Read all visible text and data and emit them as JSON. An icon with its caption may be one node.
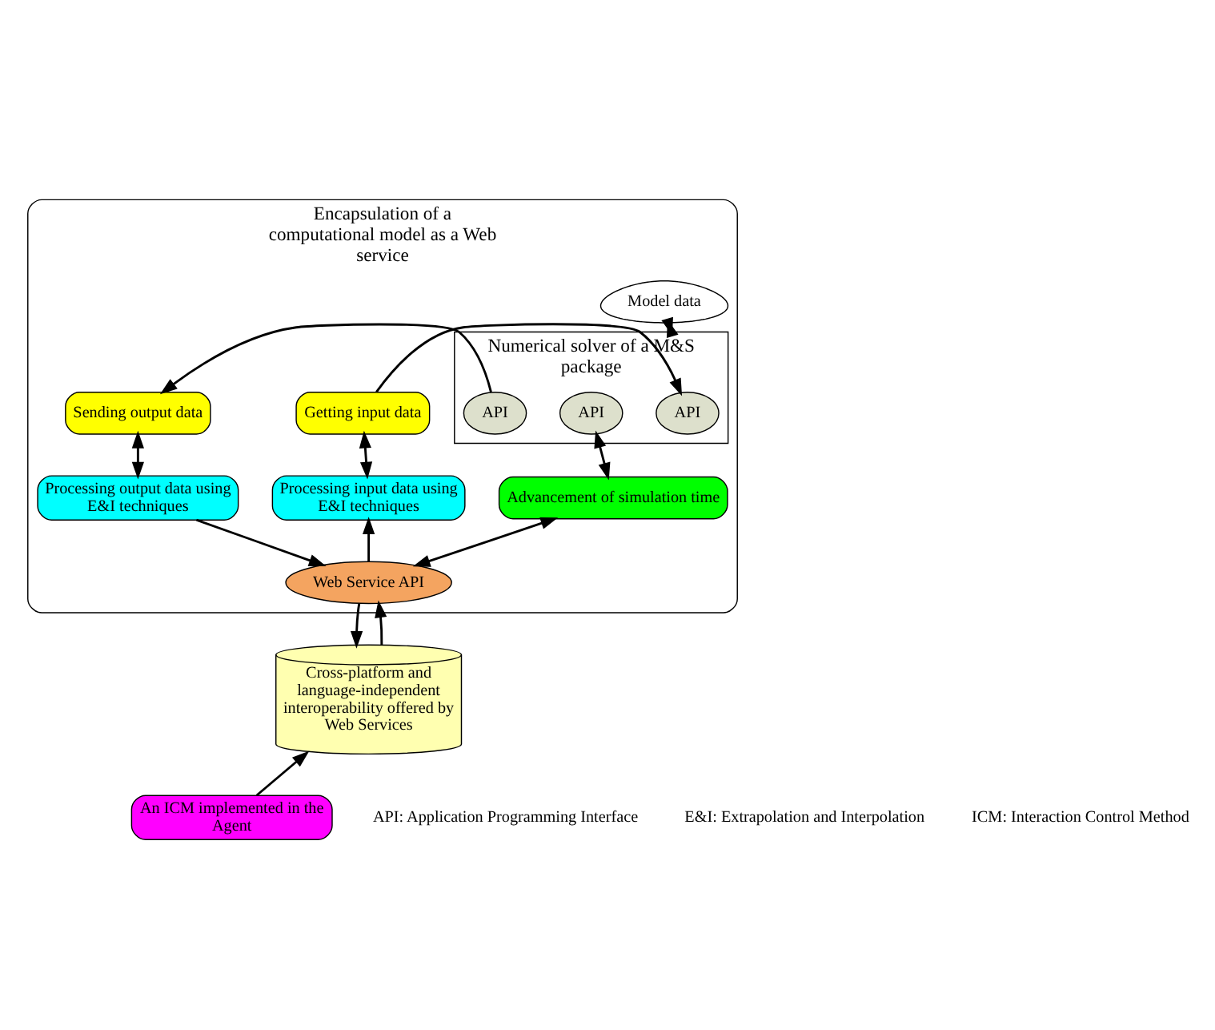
{
  "diagram": {
    "nodes": [
      {
        "text": [
          "Encapsulation of a computational model as a Web service"
        ]
      },
      {
        "text": [
          "Model data"
        ],
        "in": 0
      },
      {
        "text": [
          "Numerical solver of a M&S package"
        ],
        "in": 0
      },
      {
        "text": [
          "Getting input data"
        ],
        "in": 0
      },
      {
        "text": [
          "API"
        ],
        "in": 2
      },
      {
        "text": [
          "API"
        ],
        "in": 2
      },
      {
        "text": [
          "API"
        ],
        "in": 2
      },
      {
        "text": [
          "Sending output data"
        ],
        "in": 0
      },
      {
        "text": [
          "Advancement of simulation time"
        ],
        "in": 0
      },
      {
        "text": [
          "Processing input data using E&I techniques"
        ],
        "in": 0
      },
      {
        "text": [
          "Processing output data using E&I techniques"
        ],
        "in": 0
      },
      {
        "text": [
          "Web Service API"
        ],
        "in": 0
      },
      {
        "text": [
          "Cross-platform and language-independent interoperability offered by Web Services"
        ]
      },
      {
        "text": [
          "An ICM implemented in the Agent"
        ]
      }
    ],
    "edges": [
      {
        "from": 1,
        "to": 2,
        "arrow": "both"
      },
      {
        "from": 3,
        "to": 4,
        "arrow": "to"
      },
      {
        "from": 6,
        "to": 7,
        "arrow": "to"
      },
      {
        "from": 8,
        "to": 5,
        "arrow": "both"
      },
      {
        "from": 3,
        "to": 9,
        "arrow": "both"
      },
      {
        "from": 7,
        "to": 10,
        "arrow": "both"
      },
      {
        "from": 11,
        "to": 8,
        "arrow": "both"
      },
      {
        "from": 11,
        "to": 9,
        "arrow": "to"
      },
      {
        "from": 10,
        "to": 11,
        "arrow": "to"
      },
      {
        "from": 11,
        "to": 12,
        "arrow": "to"
      },
      {
        "from": 12,
        "to": 11,
        "arrow": "to"
      },
      {
        "from": 13,
        "to": 12,
        "arrow": "to"
      }
    ],
    "labels": [
      "API: Application Programming Interface",
      "E&I: Extrapolation and Interpolation",
      "ICM: Interaction Control Method"
    ]
  }
}
